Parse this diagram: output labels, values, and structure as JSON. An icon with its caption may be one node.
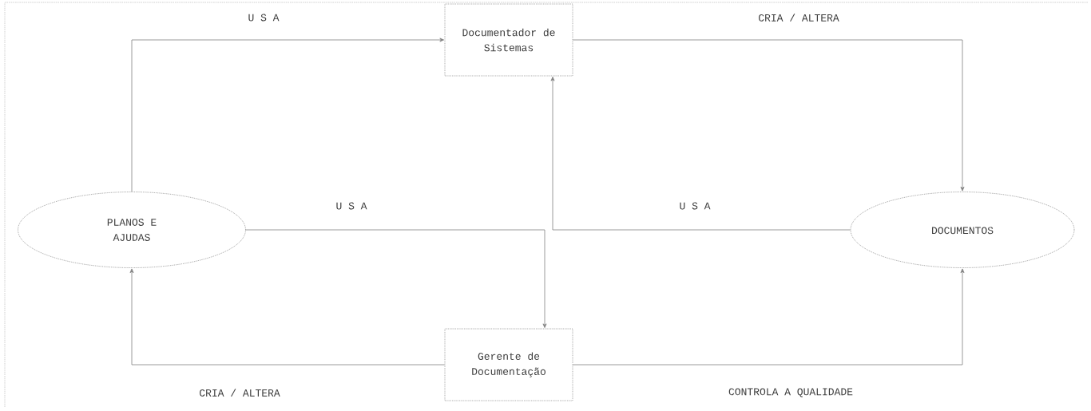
{
  "diagram": {
    "nodes": [
      {
        "text": [
          "Documentador de Sistemas"
        ]
      },
      {
        "text": [
          "PLANOS E AJUDAS"
        ]
      },
      {
        "text": [
          "DOCUMENTOS"
        ]
      },
      {
        "text": [
          "Gerente de Documentação"
        ]
      }
    ],
    "edges": [
      {
        "from": 1,
        "to": 0,
        "arrow": "to",
        "label": "U S A"
      },
      {
        "from": 0,
        "to": 2,
        "arrow": "to",
        "label": "CRIA / ALTERA"
      },
      {
        "from": 2,
        "to": 0,
        "arrow": "to",
        "label": "U S A"
      },
      {
        "from": 1,
        "to": 3,
        "arrow": "to",
        "label": "U S A"
      },
      {
        "from": 3,
        "to": 1,
        "arrow": "to",
        "label": "CRIA / ALTERA"
      },
      {
        "from": 3,
        "to": 2,
        "arrow": "to",
        "label": "CONTROLA A QUALIDADE"
      }
    ]
  }
}
